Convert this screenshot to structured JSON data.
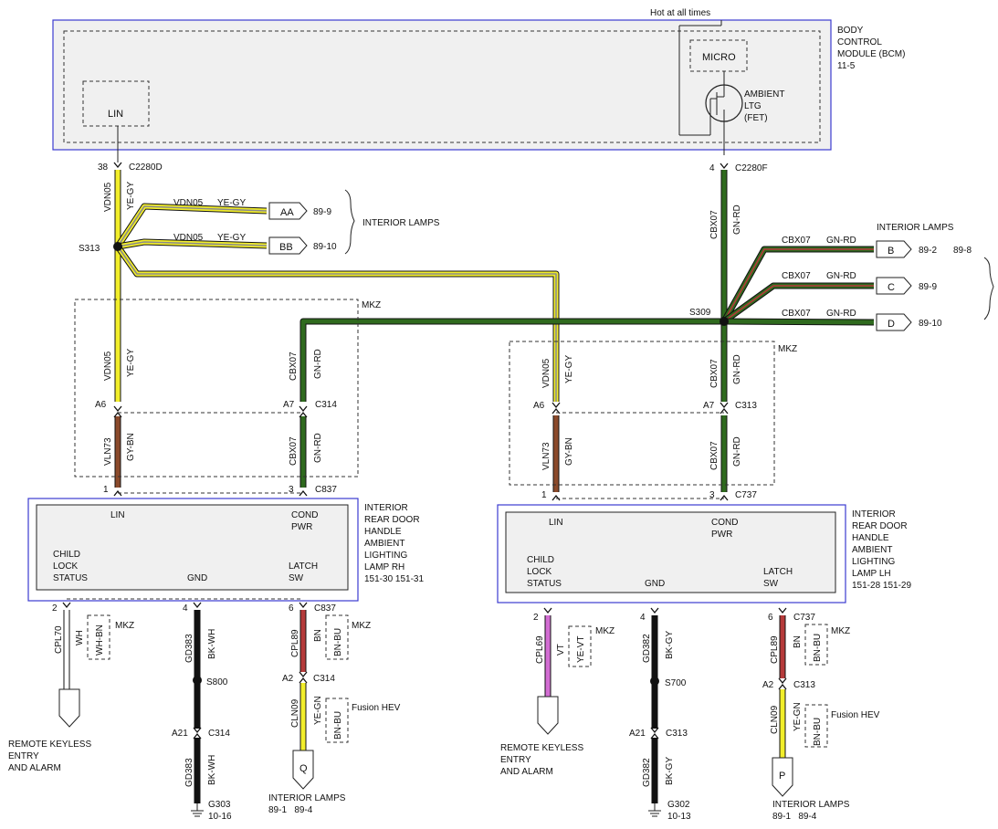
{
  "colors": {
    "yellow": "#f2ee2a",
    "green": "#2f6a1e",
    "brown": "#8b4a2b",
    "gray": "#8a8a8a",
    "red": "#b53a3a",
    "violet": "#d26cd2",
    "black": "#111111",
    "white": "#ffffff",
    "bcm_border": "#3b3bd0",
    "module_fill": "#f0f0f0"
  },
  "bcm": {
    "label": [
      "BODY",
      "CONTROL",
      "MODULE (BCM)",
      "11-5"
    ],
    "lin": "LIN",
    "micro": "MICRO",
    "ambient": [
      "AMBIENT",
      "LTG",
      "(FET)"
    ],
    "hot": "Hot at all times"
  },
  "connectors": {
    "c2280d": {
      "pin": "38",
      "name": "C2280D"
    },
    "c2280f": {
      "pin": "4",
      "name": "C2280F"
    }
  },
  "splices": {
    "s313": "S313",
    "s309": "S309",
    "s800": "S800",
    "s700": "S700"
  },
  "wires": {
    "vdn05": "VDN05",
    "ye_gy": "YE-GY",
    "cbx07": "CBX07",
    "gn_rd": "GN-RD",
    "vln73": "VLN73",
    "gy_bn": "GY-BN",
    "cpl70": "CPL70",
    "wh": "WH",
    "wh_bn": "WH-BN",
    "gd383": "GD383",
    "gd382": "GD382",
    "bk_wh": "BK-WH",
    "bk_gy": "BK-GY",
    "cpl89": "CPL89",
    "bn": "BN",
    "bn_bu": "BN-BU",
    "cln09": "CLN09",
    "ye_gn": "YE-GN",
    "cpl69": "CPL69",
    "vt": "VT",
    "ye_vt": "YE-VT"
  },
  "interior_lamps": "INTERIOR LAMPS",
  "refs": {
    "aa": {
      "tag": "AA",
      "page": "89-9"
    },
    "bb": {
      "tag": "BB",
      "page": "89-10"
    },
    "b": {
      "tag": "B",
      "page": "89-2",
      "page2": "89-8"
    },
    "c": {
      "tag": "C",
      "page": "89-9"
    },
    "d": {
      "tag": "D",
      "page": "89-10"
    },
    "q": {
      "tag": "Q",
      "pages": "89-1   89-4"
    },
    "p": {
      "tag": "P",
      "pages": "89-1   89-4"
    }
  },
  "mkz": "MKZ",
  "fusion_hev": "Fusion HEV",
  "pins": {
    "a6": "A6",
    "a7": "A7",
    "a2": "A2",
    "a21": "A21",
    "p1": "1",
    "p2": "2",
    "p3": "3",
    "p4": "4",
    "p6": "6"
  },
  "conn": {
    "c314": "C314",
    "c313": "C313",
    "c837": "C837",
    "c737": "C737"
  },
  "rh": {
    "lin": "LIN",
    "cond": [
      "COND",
      "PWR"
    ],
    "child": [
      "CHILD",
      "LOCK",
      "STATUS"
    ],
    "gnd": "GND",
    "latch": [
      "LATCH",
      "SW"
    ],
    "label": [
      "INTERIOR",
      "REAR DOOR",
      "HANDLE",
      "AMBIENT",
      "LIGHTING",
      "LAMP RH",
      "151-30  151-31"
    ]
  },
  "lh": {
    "lin": "LIN",
    "cond": [
      "COND",
      "PWR"
    ],
    "child": [
      "CHILD",
      "LOCK",
      "STATUS"
    ],
    "gnd": "GND",
    "latch": [
      "LATCH",
      "SW"
    ],
    "label": [
      "INTERIOR",
      "REAR DOOR",
      "HANDLE",
      "AMBIENT",
      "LIGHTING",
      "LAMP LH",
      "151-28  151-29"
    ]
  },
  "rke": [
    "REMOTE KEYLESS",
    "ENTRY",
    "AND ALARM"
  ],
  "grounds": {
    "g303": {
      "name": "G303",
      "page": "10-16"
    },
    "g302": {
      "name": "G302",
      "page": "10-13"
    }
  }
}
